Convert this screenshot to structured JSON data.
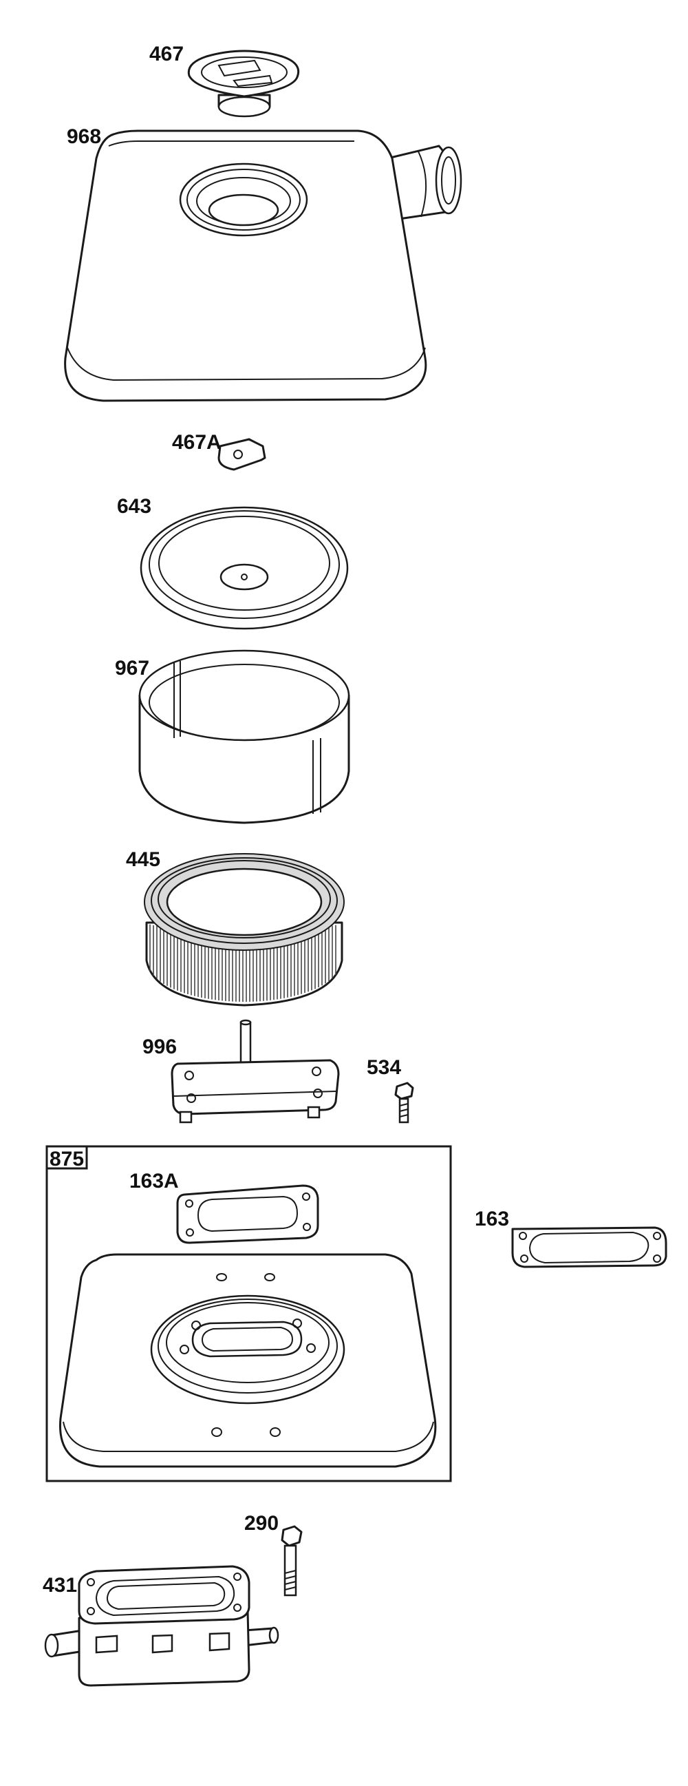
{
  "labels": {
    "p467": "467",
    "p968": "968",
    "p467A": "467A",
    "p643": "643",
    "p967": "967",
    "p445": "445",
    "p996": "996",
    "p534": "534",
    "p875": "875",
    "p163A": "163A",
    "p163": "163",
    "p290": "290",
    "p431": "431"
  },
  "colors": {
    "line": "#1a1a1a",
    "background": "#ffffff"
  }
}
